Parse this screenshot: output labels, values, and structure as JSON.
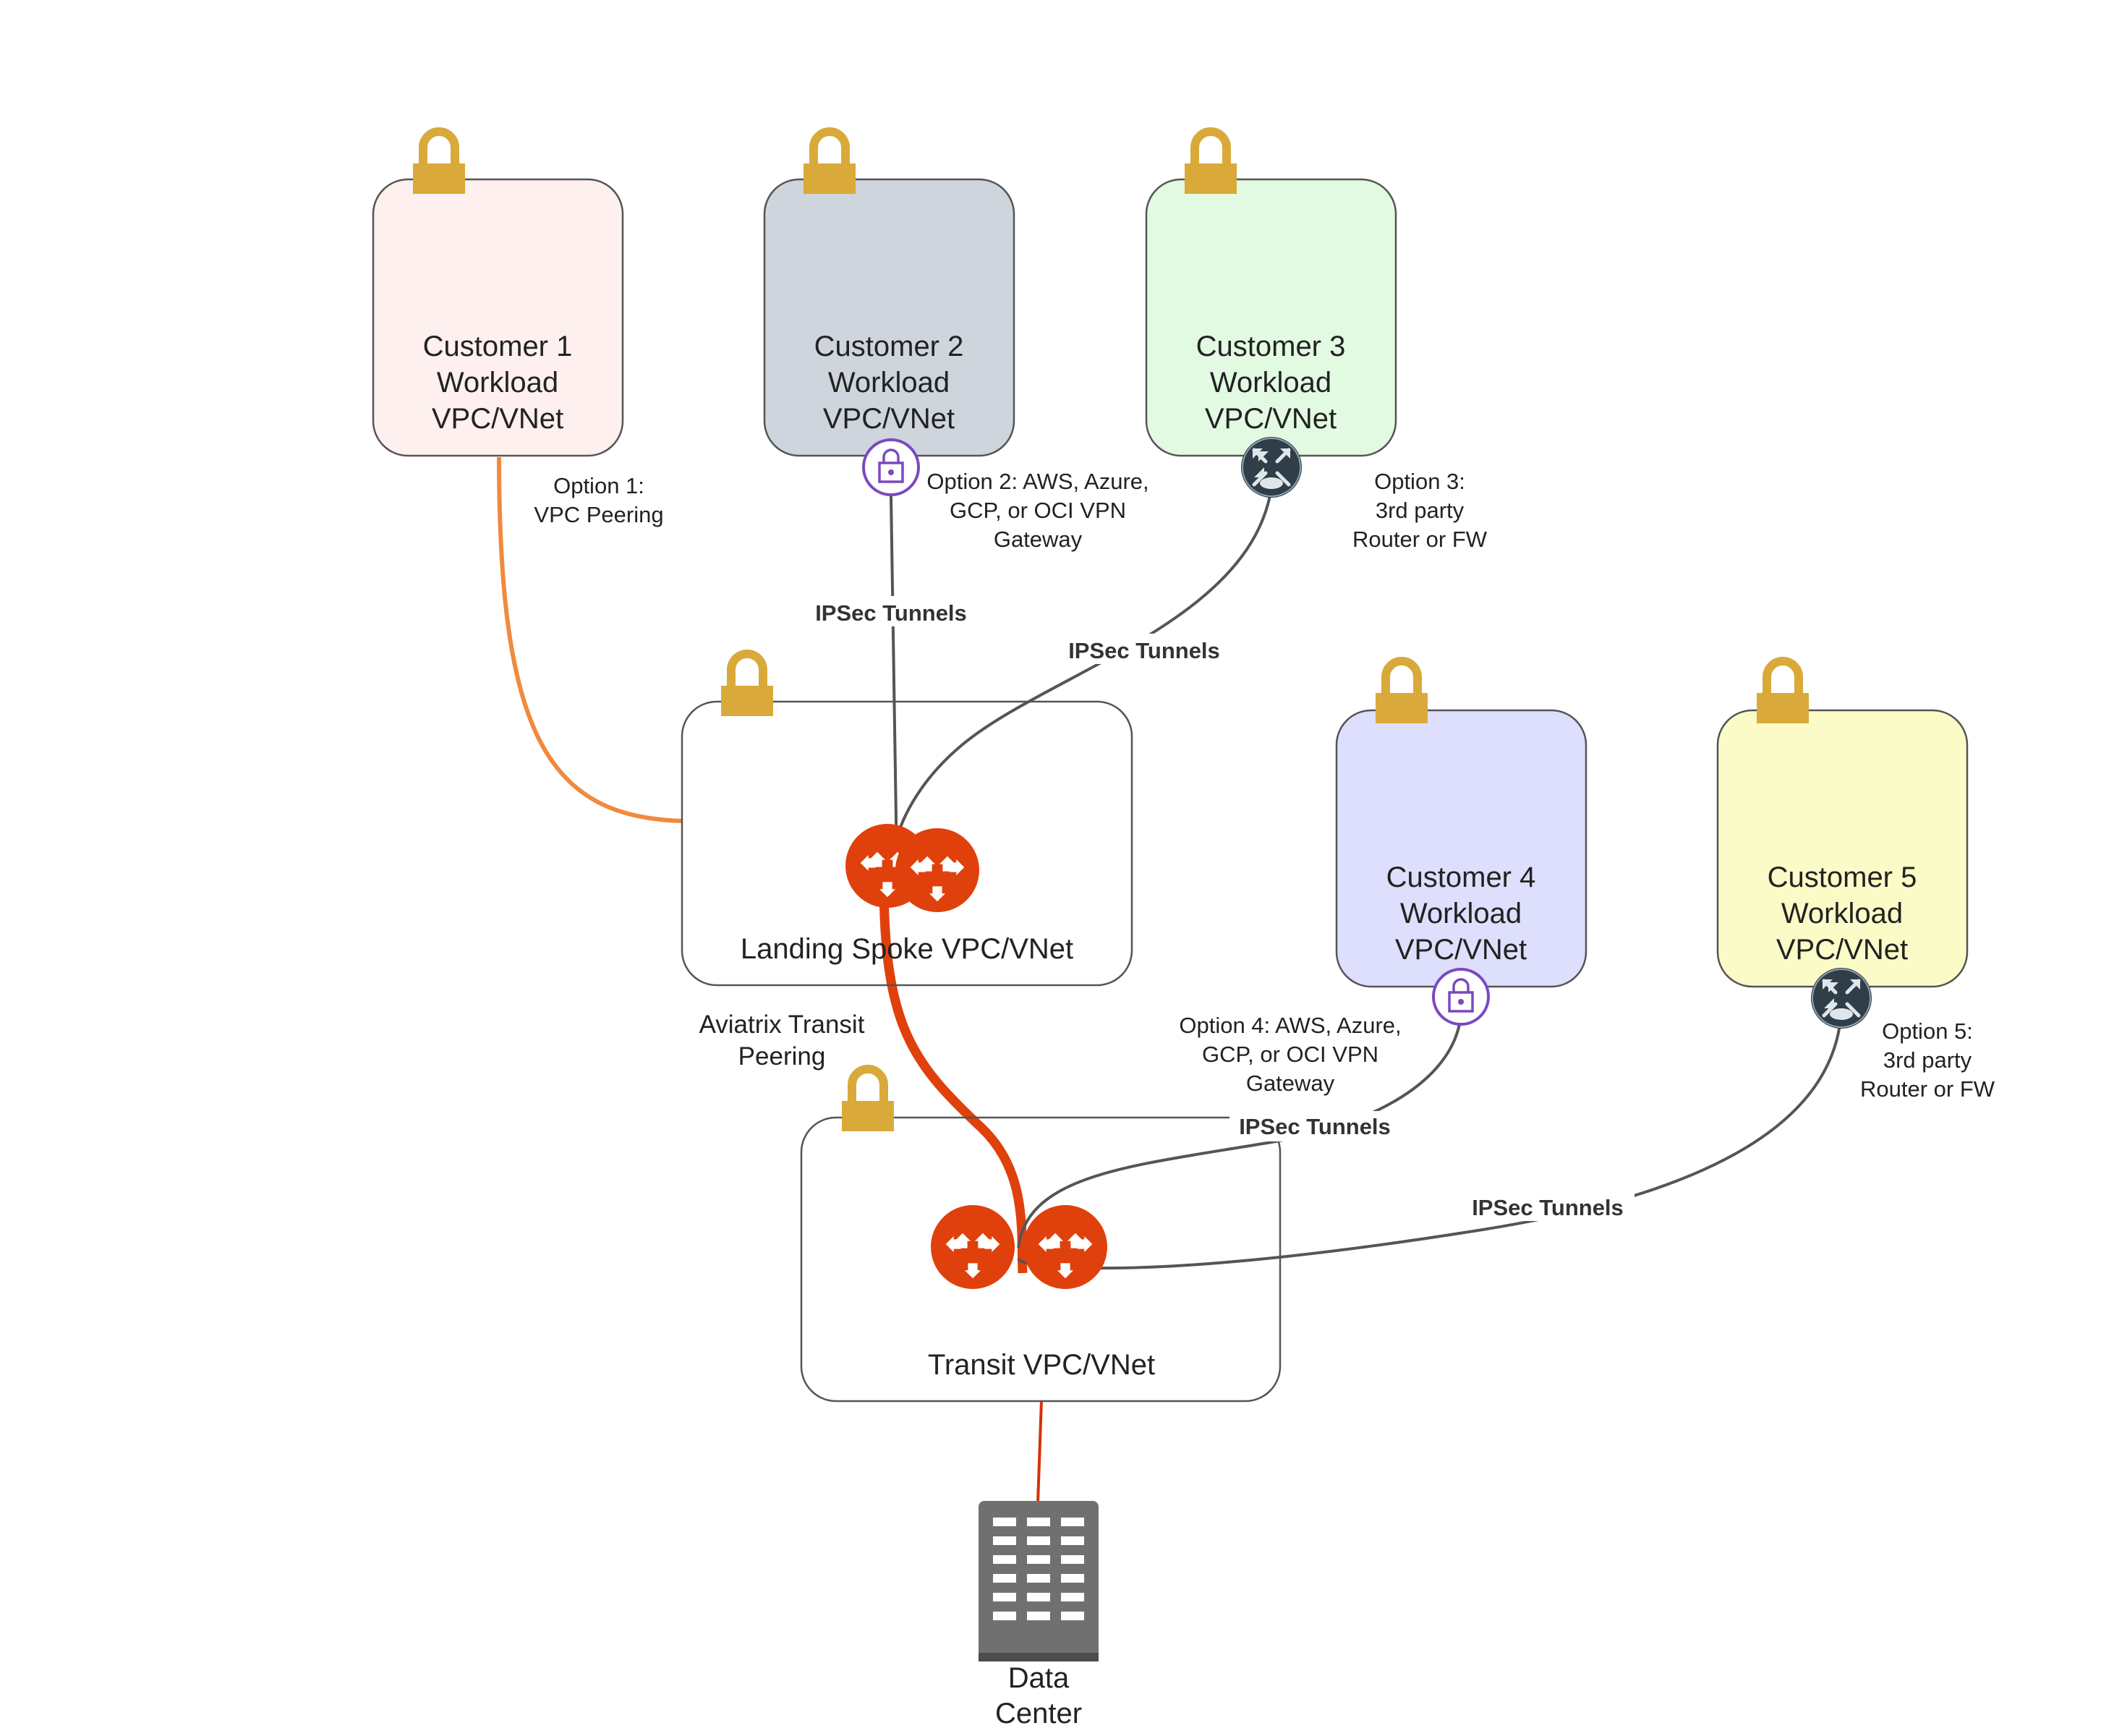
{
  "customers": [
    {
      "line1": "Customer 1",
      "line2": "Workload",
      "line3": "VPC/VNet",
      "fill": "#fdf0ee"
    },
    {
      "line1": "Customer 2",
      "line2": "Workload",
      "line3": "VPC/VNet",
      "fill": "#cfd5dc"
    },
    {
      "line1": "Customer 3",
      "line2": "Workload",
      "line3": "VPC/VNet",
      "fill": "#e2fae2"
    },
    {
      "line1": "Customer 4",
      "line2": "Workload",
      "line3": "VPC/VNet",
      "fill": "#dedffc"
    },
    {
      "line1": "Customer 5",
      "line2": "Workload",
      "line3": "VPC/VNet",
      "fill": "#fbfbc8"
    }
  ],
  "landing_spoke": {
    "label": "Landing Spoke VPC/VNet"
  },
  "transit": {
    "label": "Transit VPC/VNet"
  },
  "data_center": {
    "line1": "Data",
    "line2": "Center"
  },
  "options": {
    "opt1": [
      "Option 1:",
      "VPC Peering"
    ],
    "opt2": [
      "Option 2: AWS, Azure,",
      "GCP, or OCI VPN",
      "Gateway"
    ],
    "opt3": [
      "Option 3:",
      "3rd party",
      "Router or FW"
    ],
    "opt4": [
      "Option 4: AWS, Azure,",
      "GCP, or OCI VPN",
      "Gateway"
    ],
    "opt5": [
      "Option 5:",
      "3rd party",
      "Router or FW"
    ]
  },
  "peering_label": [
    "Aviatrix Transit",
    "Peering"
  ],
  "tunnel_label": "IPSec Tunnels",
  "colors": {
    "lock": "#d9a93a",
    "aviatrix": "#e0400c",
    "peering_orange": "#f08a3e",
    "vpn_purple": "#7a49c0",
    "router_dark": "#2f3e49",
    "tunnel_line": "#555555",
    "dc_gray": "#707070"
  }
}
